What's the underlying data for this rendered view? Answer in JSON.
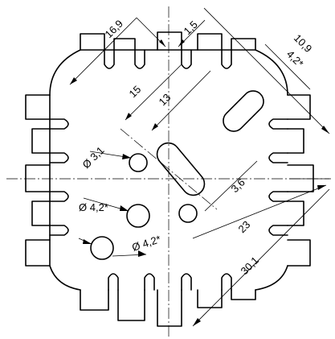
{
  "drawing": {
    "dimensions": {
      "d_16_9": "16,9",
      "d_1_5": "1,5",
      "d_10_9": "10,9",
      "d_4_2_star": "4,2*",
      "d_15": "15",
      "d_13": "13",
      "d_3_6": "3,6",
      "d_23": "23",
      "d_30_1": "30,1",
      "dia_3_1": "Ø 3,1",
      "dia_4_2_star_a": "Ø 4,2*",
      "dia_4_2_star_b": "Ø 4,2*"
    }
  }
}
